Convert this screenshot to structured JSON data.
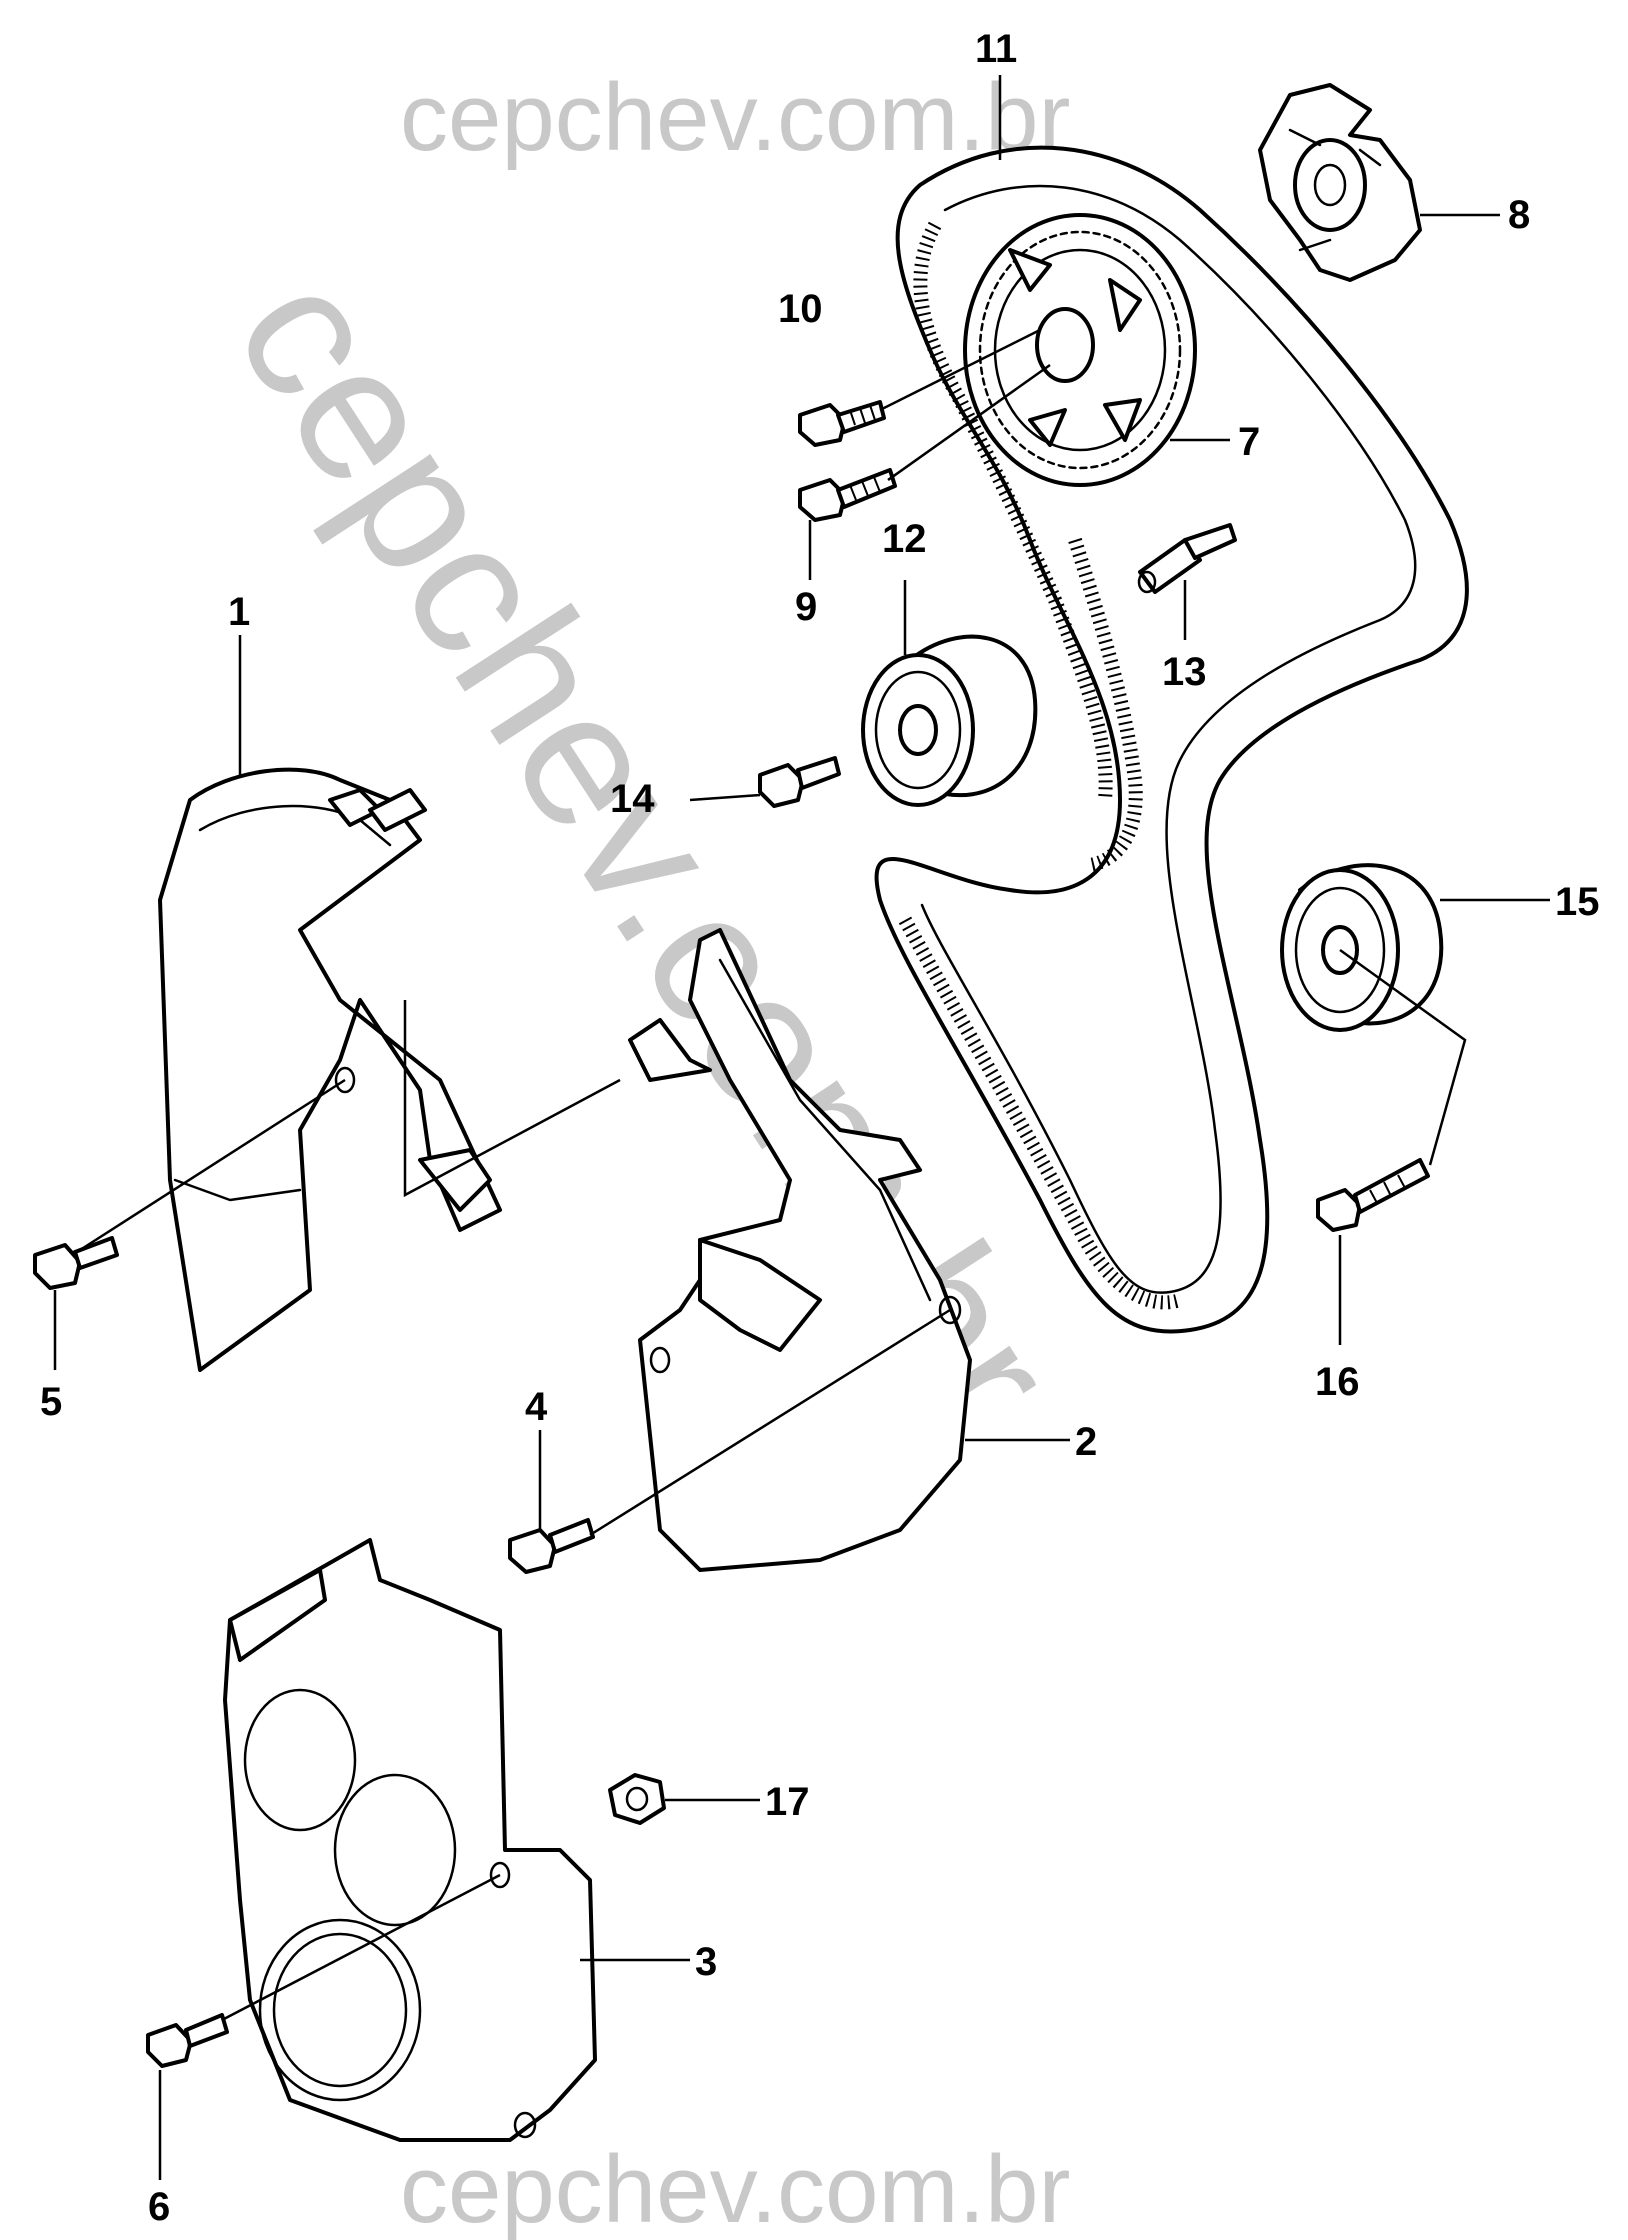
{
  "watermark": {
    "top_text": "cepchev.com.br",
    "bottom_text": "cepchev.com.br",
    "diagonal_text": "cepchev.com.br",
    "color": "#c8c8c8"
  },
  "callouts": {
    "c1": "1",
    "c2": "2",
    "c3": "3",
    "c4": "4",
    "c5": "5",
    "c6": "6",
    "c7": "7",
    "c8": "8",
    "c9": "9",
    "c10": "10",
    "c11": "11",
    "c12": "12",
    "c13": "13",
    "c14": "14",
    "c15": "15",
    "c16": "16",
    "c17": "17"
  }
}
